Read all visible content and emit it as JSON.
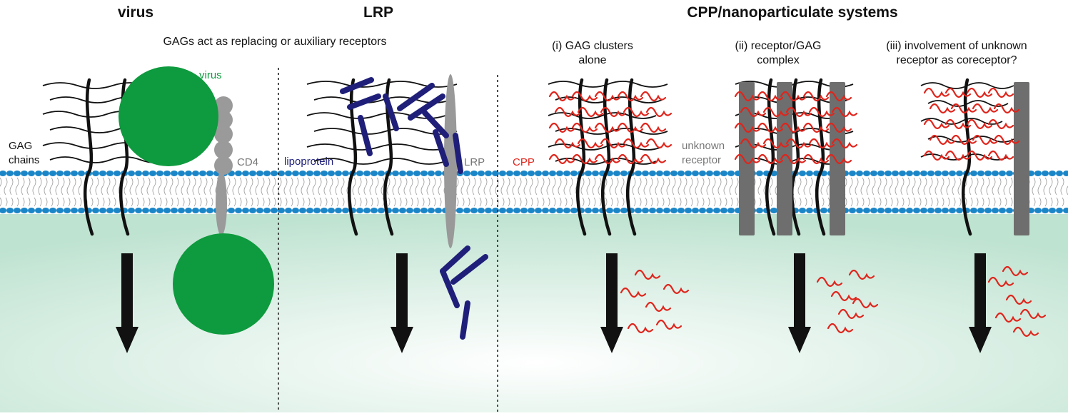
{
  "headers": {
    "virus": "virus",
    "lrp": "LRP",
    "cpp_systems": "CPP/nanoparticulate systems"
  },
  "subtitle": "GAGs act as replacing or auxiliary receptors",
  "panel_captions": {
    "cpp_i_line1": "(i) GAG clusters",
    "cpp_i_line2": "alone",
    "cpp_ii_line1": "(ii) receptor/GAG",
    "cpp_ii_line2": "complex",
    "cpp_iii_line1": "(iii) involvement of unknown",
    "cpp_iii_line2": "receptor as coreceptor?"
  },
  "labels": {
    "virus": "virus",
    "gag_line1": "GAG",
    "gag_line2": "chains",
    "cd4": "CD4",
    "lipoprotein": "lipoprotein",
    "lrp": "LRP",
    "cpp": "CPP",
    "unknown_line1": "unknown",
    "unknown_line2": "receptor"
  },
  "colors": {
    "virus": "#0e9a3e",
    "lipoprotein": "#1f1f7a",
    "cpp": "#e0241b",
    "receptor": "#6e6e6e",
    "cd4": "#9a9a9a",
    "membrane_head": "#1a86c8",
    "cytoplasm": "#cfe9dc",
    "gag": "#111111",
    "arrow": "#111111"
  }
}
